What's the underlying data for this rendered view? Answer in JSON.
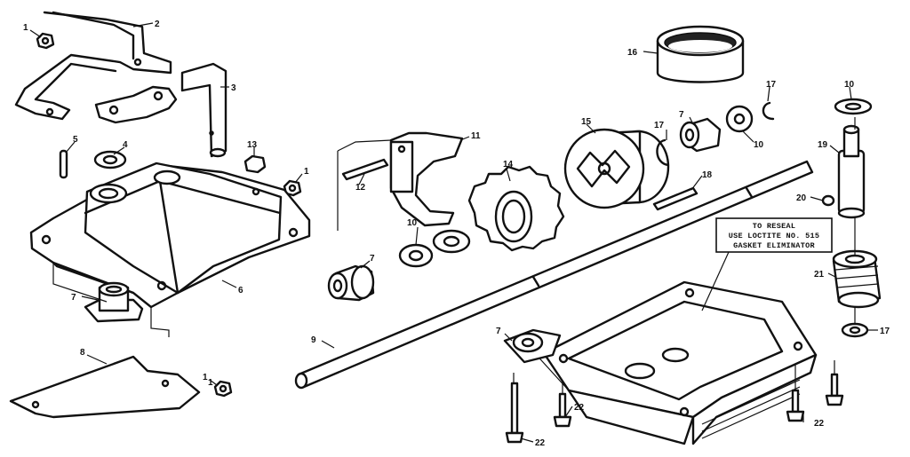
{
  "callouts": [
    "1",
    "2",
    "1",
    "3",
    "5",
    "4",
    "13",
    "1",
    "7",
    "6",
    "8",
    "1",
    "12",
    "11",
    "14",
    "10",
    "7",
    "15",
    "17",
    "7",
    "10",
    "17",
    "16",
    "18",
    "9",
    "10",
    "19",
    "20",
    "21",
    "17",
    "7",
    "22",
    "22",
    "22"
  ],
  "note": {
    "line1": "TO RESEAL",
    "line2": "USE LOCTITE NO. 515",
    "line3": "GASKET ELIMINATOR"
  }
}
